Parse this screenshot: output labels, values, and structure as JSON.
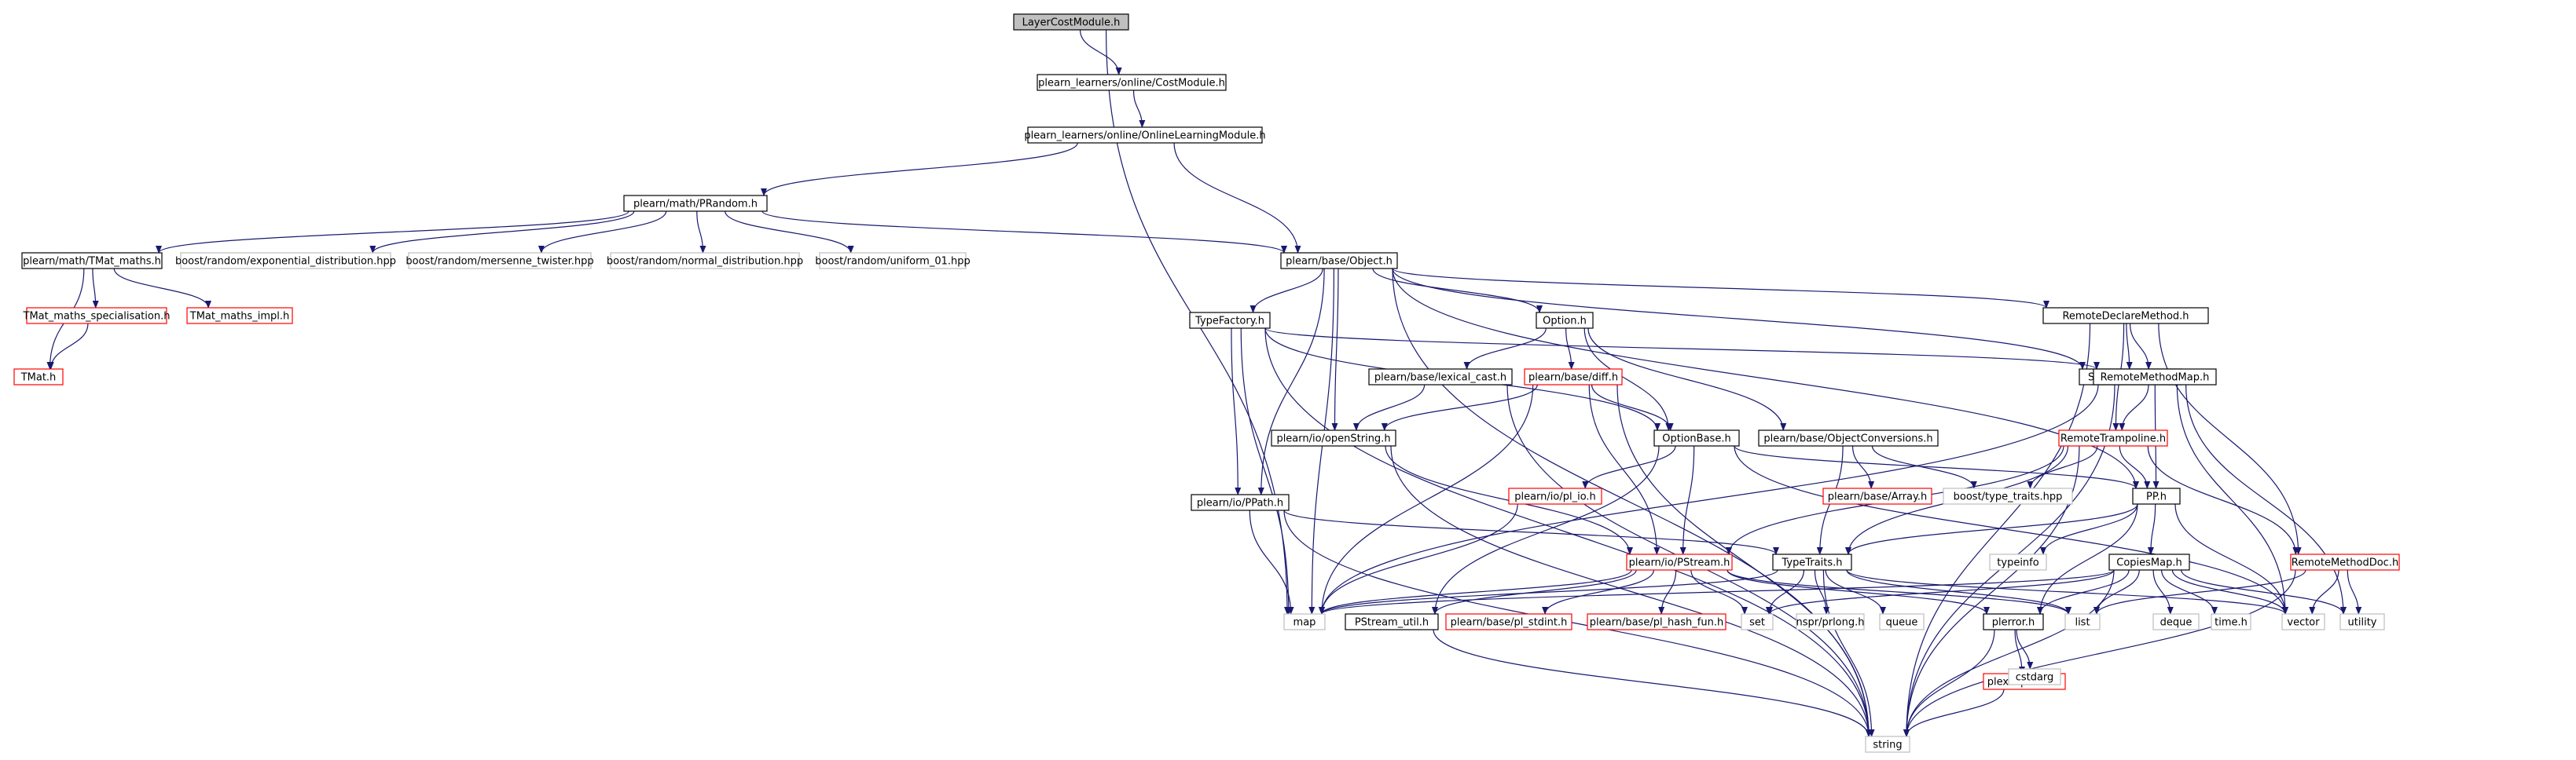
{
  "nodes": [
    {
      "id": "root",
      "label": "LayerCostModule.h",
      "style": "root"
    },
    {
      "id": "costmodule",
      "label": "plearn_learners/online/CostModule.h",
      "style": "normal"
    },
    {
      "id": "onlinelm",
      "label": "plearn_learners/online/OnlineLearningModule.h",
      "style": "normal"
    },
    {
      "id": "prandom",
      "label": "plearn/math/PRandom.h",
      "style": "normal"
    },
    {
      "id": "tmatmaths",
      "label": "plearn/math/TMat_maths.h",
      "style": "normal"
    },
    {
      "id": "exp_dist",
      "label": "boost/random/exponential_distribution.hpp",
      "style": "ghost"
    },
    {
      "id": "mersenne",
      "label": "boost/random/mersenne_twister.hpp",
      "style": "ghost"
    },
    {
      "id": "normal_dist",
      "label": "boost/random/normal_distribution.hpp",
      "style": "ghost"
    },
    {
      "id": "uniform01",
      "label": "boost/random/uniform_01.hpp",
      "style": "ghost"
    },
    {
      "id": "object",
      "label": "plearn/base/Object.h",
      "style": "normal"
    },
    {
      "id": "tmatspec",
      "label": "TMat_maths_specialisation.h",
      "style": "red"
    },
    {
      "id": "tmatimpl",
      "label": "TMat_maths_impl.h",
      "style": "red"
    },
    {
      "id": "tmat",
      "label": "TMat.h",
      "style": "red"
    },
    {
      "id": "typefactory",
      "label": "TypeFactory.h",
      "style": "normal"
    },
    {
      "id": "option",
      "label": "Option.h",
      "style": "normal"
    },
    {
      "id": "rdm",
      "label": "RemoteDeclareMethod.h",
      "style": "normal"
    },
    {
      "id": "staticinit",
      "label": "StaticInitializer.h",
      "style": "normal"
    },
    {
      "id": "lexcast",
      "label": "plearn/base/lexical_cast.h",
      "style": "normal"
    },
    {
      "id": "diff",
      "label": "plearn/base/diff.h",
      "style": "red"
    },
    {
      "id": "rmm",
      "label": "RemoteMethodMap.h",
      "style": "normal"
    },
    {
      "id": "openstring",
      "label": "plearn/io/openString.h",
      "style": "normal"
    },
    {
      "id": "optionbase",
      "label": "OptionBase.h",
      "style": "normal"
    },
    {
      "id": "objconv",
      "label": "plearn/base/ObjectConversions.h",
      "style": "normal"
    },
    {
      "id": "rtramp",
      "label": "RemoteTrampoline.h",
      "style": "red"
    },
    {
      "id": "plio",
      "label": "plearn/io/pl_io.h",
      "style": "red"
    },
    {
      "id": "array",
      "label": "plearn/base/Array.h",
      "style": "red"
    },
    {
      "id": "typetraitshpp",
      "label": "boost/type_traits.hpp",
      "style": "ghost"
    },
    {
      "id": "pp",
      "label": "PP.h",
      "style": "normal"
    },
    {
      "id": "ppath",
      "label": "plearn/io/PPath.h",
      "style": "normal"
    },
    {
      "id": "pstream",
      "label": "plearn/io/PStream.h",
      "style": "red"
    },
    {
      "id": "typetraits",
      "label": "TypeTraits.h",
      "style": "normal"
    },
    {
      "id": "typeinfo",
      "label": "typeinfo",
      "style": "ghost"
    },
    {
      "id": "copiesmap",
      "label": "CopiesMap.h",
      "style": "normal"
    },
    {
      "id": "rmdoc",
      "label": "RemoteMethodDoc.h",
      "style": "red"
    },
    {
      "id": "map",
      "label": "map",
      "style": "ghost"
    },
    {
      "id": "pstreamutil",
      "label": "PStream_util.h",
      "style": "normal"
    },
    {
      "id": "stdint",
      "label": "plearn/base/pl_stdint.h",
      "style": "red"
    },
    {
      "id": "hashfun",
      "label": "plearn/base/pl_hash_fun.h",
      "style": "red"
    },
    {
      "id": "set",
      "label": "set",
      "style": "ghost"
    },
    {
      "id": "nspr",
      "label": "nspr/prlong.h",
      "style": "ghost"
    },
    {
      "id": "queue",
      "label": "queue",
      "style": "ghost"
    },
    {
      "id": "perror",
      "label": "plerror.h",
      "style": "normal"
    },
    {
      "id": "list",
      "label": "list",
      "style": "ghost"
    },
    {
      "id": "deque",
      "label": "deque",
      "style": "ghost"
    },
    {
      "id": "timeh",
      "label": "time.h",
      "style": "ghost"
    },
    {
      "id": "vector",
      "label": "vector",
      "style": "ghost"
    },
    {
      "id": "utility",
      "label": "utility",
      "style": "ghost"
    },
    {
      "id": "pexceptions",
      "label": "plexceptions.h",
      "style": "red"
    },
    {
      "id": "cstdarg",
      "label": "cstdarg",
      "style": "ghost"
    },
    {
      "id": "string",
      "label": "string",
      "style": "ghost"
    }
  ],
  "edges": [
    [
      "root",
      "costmodule"
    ],
    [
      "root",
      "map"
    ],
    [
      "costmodule",
      "onlinelm"
    ],
    [
      "onlinelm",
      "prandom"
    ],
    [
      "onlinelm",
      "object"
    ],
    [
      "prandom",
      "tmatmaths"
    ],
    [
      "prandom",
      "exp_dist"
    ],
    [
      "prandom",
      "mersenne"
    ],
    [
      "prandom",
      "normal_dist"
    ],
    [
      "prandom",
      "uniform01"
    ],
    [
      "prandom",
      "object"
    ],
    [
      "tmatmaths",
      "tmatspec"
    ],
    [
      "tmatmaths",
      "tmatimpl"
    ],
    [
      "tmatmaths",
      "tmat"
    ],
    [
      "tmatspec",
      "tmat"
    ],
    [
      "object",
      "typefactory"
    ],
    [
      "object",
      "option"
    ],
    [
      "object",
      "rdm"
    ],
    [
      "object",
      "staticinit"
    ],
    [
      "object",
      "openstring"
    ],
    [
      "object",
      "ppath"
    ],
    [
      "object",
      "pp"
    ],
    [
      "object",
      "map"
    ],
    [
      "object",
      "string"
    ],
    [
      "typefactory",
      "rmm"
    ],
    [
      "typefactory",
      "ppath"
    ],
    [
      "typefactory",
      "optionbase"
    ],
    [
      "typefactory",
      "map"
    ],
    [
      "typefactory",
      "string"
    ],
    [
      "option",
      "lexcast"
    ],
    [
      "option",
      "diff"
    ],
    [
      "option",
      "optionbase"
    ],
    [
      "option",
      "objconv"
    ],
    [
      "rdm",
      "staticinit"
    ],
    [
      "rdm",
      "rmm"
    ],
    [
      "rdm",
      "rtramp"
    ],
    [
      "rdm",
      "rmdoc"
    ],
    [
      "rdm",
      "string"
    ],
    [
      "lexcast",
      "openstring"
    ],
    [
      "lexcast",
      "string"
    ],
    [
      "diff",
      "openstring"
    ],
    [
      "diff",
      "optionbase"
    ],
    [
      "diff",
      "pstream"
    ],
    [
      "diff",
      "map"
    ],
    [
      "diff",
      "string"
    ],
    [
      "rmm",
      "rtramp"
    ],
    [
      "rmm",
      "pp"
    ],
    [
      "rmm",
      "map"
    ],
    [
      "rmm",
      "vector"
    ],
    [
      "rmm",
      "utility"
    ],
    [
      "rmm",
      "string"
    ],
    [
      "openstring",
      "pstream"
    ],
    [
      "openstring",
      "string"
    ],
    [
      "optionbase",
      "plio"
    ],
    [
      "optionbase",
      "pstream"
    ],
    [
      "optionbase",
      "pstreamutil"
    ],
    [
      "optionbase",
      "vector"
    ],
    [
      "optionbase",
      "pp"
    ],
    [
      "objconv",
      "array"
    ],
    [
      "objconv",
      "typetraitshpp"
    ],
    [
      "objconv",
      "typetraits"
    ],
    [
      "rtramp",
      "typetraitshpp"
    ],
    [
      "rtramp",
      "pp"
    ],
    [
      "rtramp",
      "rmdoc"
    ],
    [
      "rtramp",
      "typetraits"
    ],
    [
      "rtramp",
      "pstream"
    ],
    [
      "rtramp",
      "string"
    ],
    [
      "plio",
      "map"
    ],
    [
      "pp",
      "typeinfo"
    ],
    [
      "pp",
      "copiesmap"
    ],
    [
      "pp",
      "perror"
    ],
    [
      "pp",
      "vector"
    ],
    [
      "pp",
      "typetraits"
    ],
    [
      "ppath",
      "map"
    ],
    [
      "ppath",
      "string"
    ],
    [
      "ppath",
      "typetraits"
    ],
    [
      "pstream",
      "map"
    ],
    [
      "pstream",
      "pstreamutil"
    ],
    [
      "pstream",
      "stdint"
    ],
    [
      "pstream",
      "hashfun"
    ],
    [
      "pstream",
      "set"
    ],
    [
      "pstream",
      "perror"
    ],
    [
      "pstream",
      "list"
    ],
    [
      "typetraits",
      "map"
    ],
    [
      "typetraits",
      "set"
    ],
    [
      "typetraits",
      "nspr"
    ],
    [
      "typetraits",
      "queue"
    ],
    [
      "typetraits",
      "list"
    ],
    [
      "typetraits",
      "vector"
    ],
    [
      "typetraits",
      "string"
    ],
    [
      "copiesmap",
      "map"
    ],
    [
      "copiesmap",
      "set"
    ],
    [
      "copiesmap",
      "list"
    ],
    [
      "copiesmap",
      "deque"
    ],
    [
      "copiesmap",
      "timeh"
    ],
    [
      "copiesmap",
      "vector"
    ],
    [
      "copiesmap",
      "utility"
    ],
    [
      "copiesmap",
      "perror"
    ],
    [
      "copiesmap",
      "string"
    ],
    [
      "rmdoc",
      "list"
    ],
    [
      "rmdoc",
      "vector"
    ],
    [
      "rmdoc",
      "utility"
    ],
    [
      "rmdoc",
      "string"
    ],
    [
      "pstreamutil",
      "string"
    ],
    [
      "perror",
      "pexceptions"
    ],
    [
      "perror",
      "cstdarg"
    ],
    [
      "perror",
      "string"
    ],
    [
      "pexceptions",
      "string"
    ]
  ],
  "colors": {
    "edge": "#191970",
    "normal_border": "#000000",
    "red_border": "#ff0000",
    "ghost_border": "#bfbfbf",
    "root_fill": "#bfbfbf",
    "text": "#000000"
  }
}
